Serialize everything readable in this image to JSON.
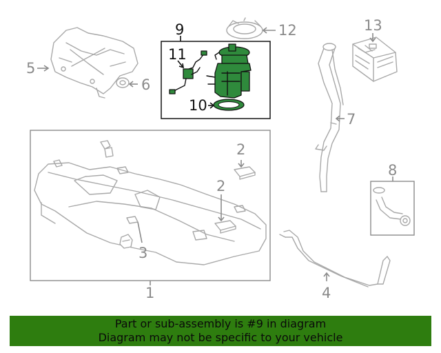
{
  "labels": {
    "l1": "1",
    "l2a": "2",
    "l2b": "2",
    "l3": "3",
    "l4": "4",
    "l5": "5",
    "l6": "6",
    "l7": "7",
    "l8": "8",
    "l9": "9",
    "l10": "10",
    "l11": "11",
    "l12": "12",
    "l13": "13"
  },
  "highlight_part": "9",
  "colors": {
    "highlight_fill": "#2f8a3c",
    "banner_background": "#2e7d0f",
    "part_outline": "#a8a8a8",
    "label_gray": "#8a8a8a"
  },
  "banner": {
    "line1": "Part or sub-assembly is #9 in diagram",
    "line2": "Diagram may not be specific to your vehicle"
  }
}
